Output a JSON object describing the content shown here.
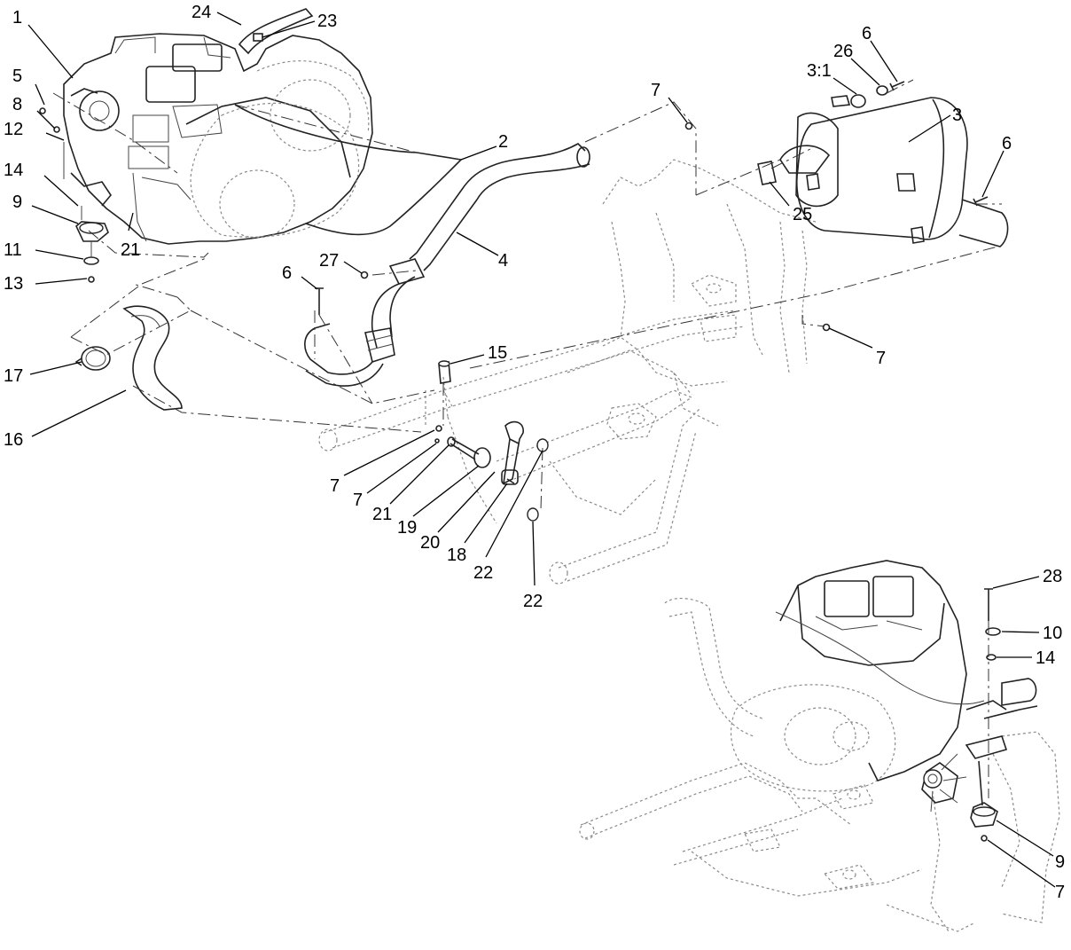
{
  "callouts": [
    {
      "id": "c1",
      "text": "1"
    },
    {
      "id": "c5",
      "text": "5"
    },
    {
      "id": "c8",
      "text": "8"
    },
    {
      "id": "c12",
      "text": "12"
    },
    {
      "id": "c14a",
      "text": "14"
    },
    {
      "id": "c9a",
      "text": "9"
    },
    {
      "id": "c11",
      "text": "11"
    },
    {
      "id": "c13",
      "text": "13"
    },
    {
      "id": "c21a",
      "text": "21"
    },
    {
      "id": "c24",
      "text": "24"
    },
    {
      "id": "c23",
      "text": "23"
    },
    {
      "id": "c2",
      "text": "2"
    },
    {
      "id": "c4",
      "text": "4"
    },
    {
      "id": "c27",
      "text": "27"
    },
    {
      "id": "c6a",
      "text": "6"
    },
    {
      "id": "c17",
      "text": "17"
    },
    {
      "id": "c16",
      "text": "16"
    },
    {
      "id": "c15",
      "text": "15"
    },
    {
      "id": "c7a",
      "text": "7"
    },
    {
      "id": "c7b",
      "text": "7"
    },
    {
      "id": "c21b",
      "text": "21"
    },
    {
      "id": "c19",
      "text": "19"
    },
    {
      "id": "c20",
      "text": "20"
    },
    {
      "id": "c18",
      "text": "18"
    },
    {
      "id": "c22a",
      "text": "22"
    },
    {
      "id": "c22b",
      "text": "22"
    },
    {
      "id": "c7c",
      "text": "7"
    },
    {
      "id": "c31",
      "text": "3:1"
    },
    {
      "id": "c26",
      "text": "26"
    },
    {
      "id": "c6b",
      "text": "6"
    },
    {
      "id": "c3",
      "text": "3"
    },
    {
      "id": "c6c",
      "text": "6"
    },
    {
      "id": "c25",
      "text": "25"
    },
    {
      "id": "c7d",
      "text": "7"
    },
    {
      "id": "c28",
      "text": "28"
    },
    {
      "id": "c10",
      "text": "10"
    },
    {
      "id": "c14b",
      "text": "14"
    },
    {
      "id": "c9b",
      "text": "9"
    },
    {
      "id": "c7e",
      "text": "7"
    }
  ]
}
